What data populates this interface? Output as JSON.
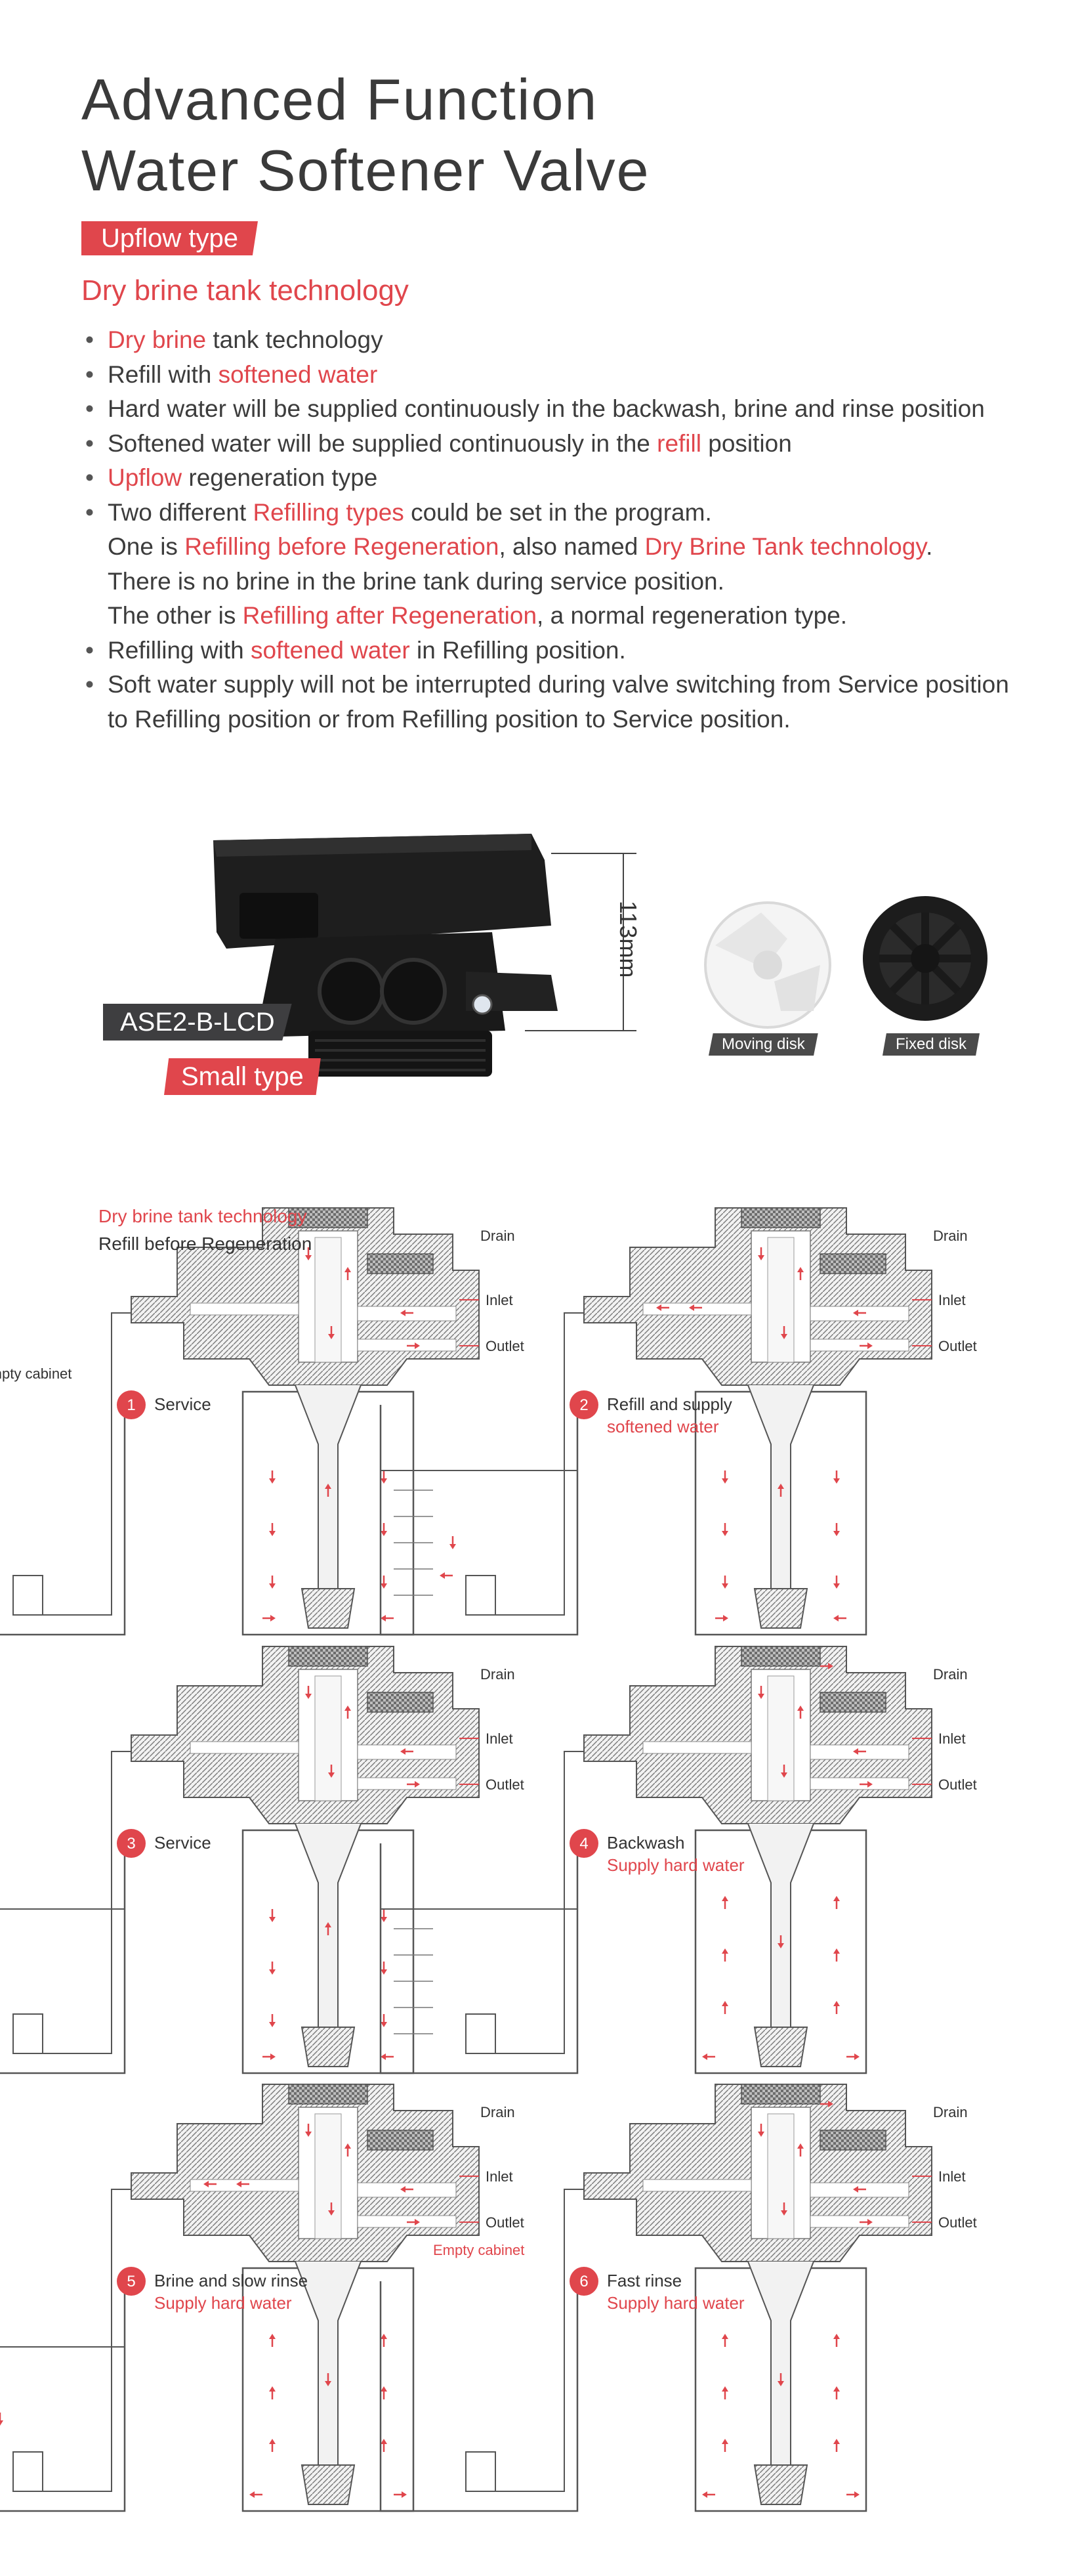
{
  "title": {
    "line1": "Advanced Function",
    "line2": "Water Softener Valve"
  },
  "badge_type": "Upflow type",
  "subheading": "Dry brine tank technology",
  "bullets": [
    [
      {
        "t": "Dry brine",
        "red": true
      },
      {
        "t": " tank technology"
      }
    ],
    [
      {
        "t": "Refill with "
      },
      {
        "t": "softened water",
        "red": true
      }
    ],
    [
      {
        "t": "Hard water will be supplied continuously in the backwash, brine and rinse position"
      }
    ],
    [
      {
        "t": "Softened water will be supplied continuously in the "
      },
      {
        "t": "refill",
        "red": true
      },
      {
        "t": " position"
      }
    ],
    [
      {
        "t": "Upflow",
        "red": true
      },
      {
        "t": " regeneration type"
      }
    ],
    [
      {
        "t": "Two different "
      },
      {
        "t": "Refilling types",
        "red": true
      },
      {
        "t": " could be set in the program."
      }
    ],
    [
      {
        "t": "One is "
      },
      {
        "t": "Refilling before Regeneration",
        "red": true
      },
      {
        "t": ", also named "
      },
      {
        "t": "Dry Brine Tank technology",
        "red": true
      },
      {
        "t": "."
      }
    ],
    [
      {
        "t": "There is no brine in the brine tank during service position."
      }
    ],
    [
      {
        "t": "The other is "
      },
      {
        "t": "Refilling after Regeneration",
        "red": true
      },
      {
        "t": ", a normal regeneration type."
      }
    ],
    [
      {
        "t": "Refilling with "
      },
      {
        "t": "softened water",
        "red": true
      },
      {
        "t": " in Refilling position."
      }
    ],
    [
      {
        "t": "Soft water supply will not be interrupted during valve switching from Service position"
      }
    ],
    [
      {
        "t": "to Refilling position or from Refilling position to Service position."
      }
    ]
  ],
  "product": {
    "model_label": "ASE2-B-LCD",
    "size_label": "Small type",
    "dimension": "113mm",
    "moving_disk_label": "Moving disk",
    "fixed_disk_label": "Fixed disk"
  },
  "diagrams": {
    "intro_red": "Dry brine tank technology",
    "intro_black": "Refill before Regeneration",
    "drain": "Drain",
    "inlet": "Inlet",
    "outlet": "Outlet",
    "empty_cabinet": "Empty cabinet",
    "steps": [
      {
        "num": "1",
        "title": "Service",
        "sub": ""
      },
      {
        "num": "2",
        "title": "Refill and supply",
        "title_red": "supply",
        "sub": "softened water"
      },
      {
        "num": "3",
        "title": "Service",
        "sub": ""
      },
      {
        "num": "4",
        "title": "Backwash",
        "sub": "Supply hard water"
      },
      {
        "num": "5",
        "title": "Brine and slow rinse",
        "sub": "Supply hard water"
      },
      {
        "num": "6",
        "title": "Fast rinse",
        "sub": "Supply hard water"
      }
    ]
  },
  "colors": {
    "accent": "#e0464c",
    "dark_label": "#3e3e40",
    "text": "#3c3c3c"
  }
}
